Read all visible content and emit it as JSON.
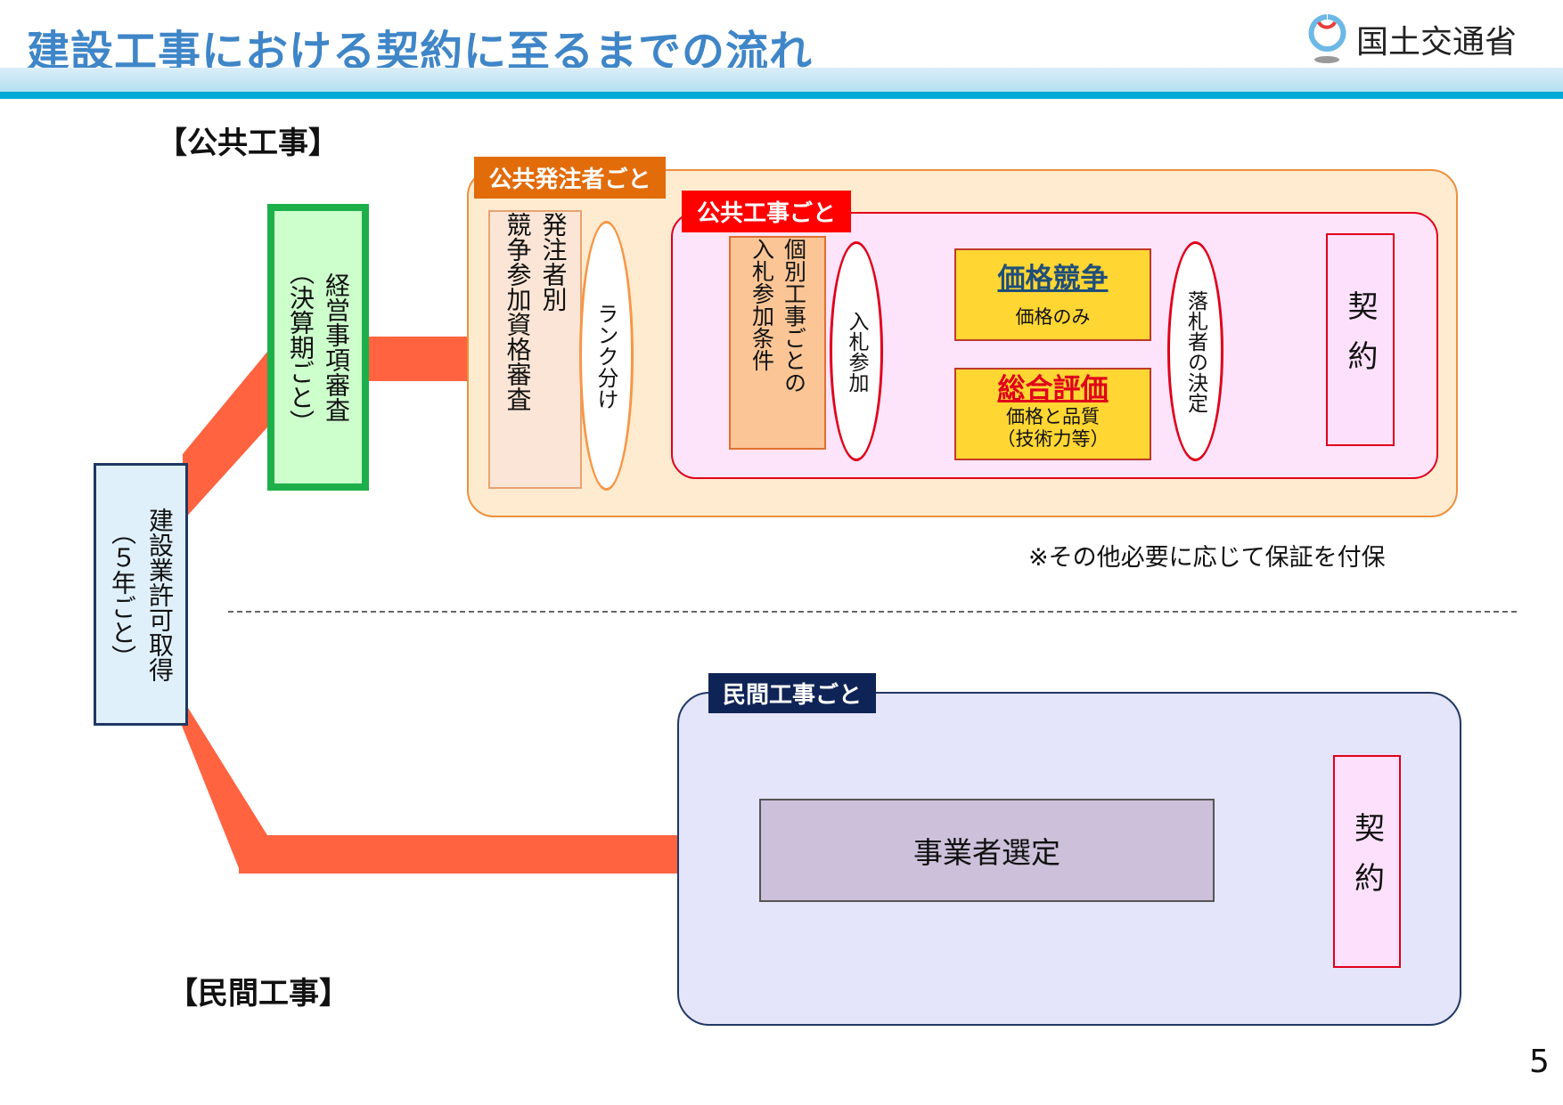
{
  "header": {
    "title": "建設工事における契約に至るまでの流れ",
    "logo_text": "国土交通省"
  },
  "public": {
    "section_label": "【公共工事】",
    "management_review": "経営事項審査",
    "management_review_note": "（決算期ごと）",
    "per_orderer_label": "公共発注者ごと",
    "qualification_review_line1": "発注者別",
    "qualification_review_line2": "競争参加資格審査",
    "ranking": "ランク分け",
    "per_project_label": "公共工事ごと",
    "conditions_line1": "個別工事ごとの",
    "conditions_line2": "入札参加条件",
    "bid_participation": "入札参加",
    "price_competition": {
      "title": "価格競争",
      "desc": "価格のみ"
    },
    "comprehensive_eval": {
      "title": "総合評価",
      "desc1": "価格と品質",
      "desc2": "（技術力等）"
    },
    "winner_decision": "落札者の決定",
    "contract": "契約",
    "note": "※その他必要に応じて保証を付保"
  },
  "license": {
    "line1": "建設業許可取得",
    "line2": "（５年ごと）"
  },
  "private": {
    "section_label": "【民間工事】",
    "per_project_label": "民間工事ごと",
    "selection": "事業者選定",
    "contract": "契約"
  },
  "page_number": "5",
  "colors": {
    "arrow": "#ff6340",
    "title": "#3f86c8",
    "accent_line": "#00a9d6"
  }
}
